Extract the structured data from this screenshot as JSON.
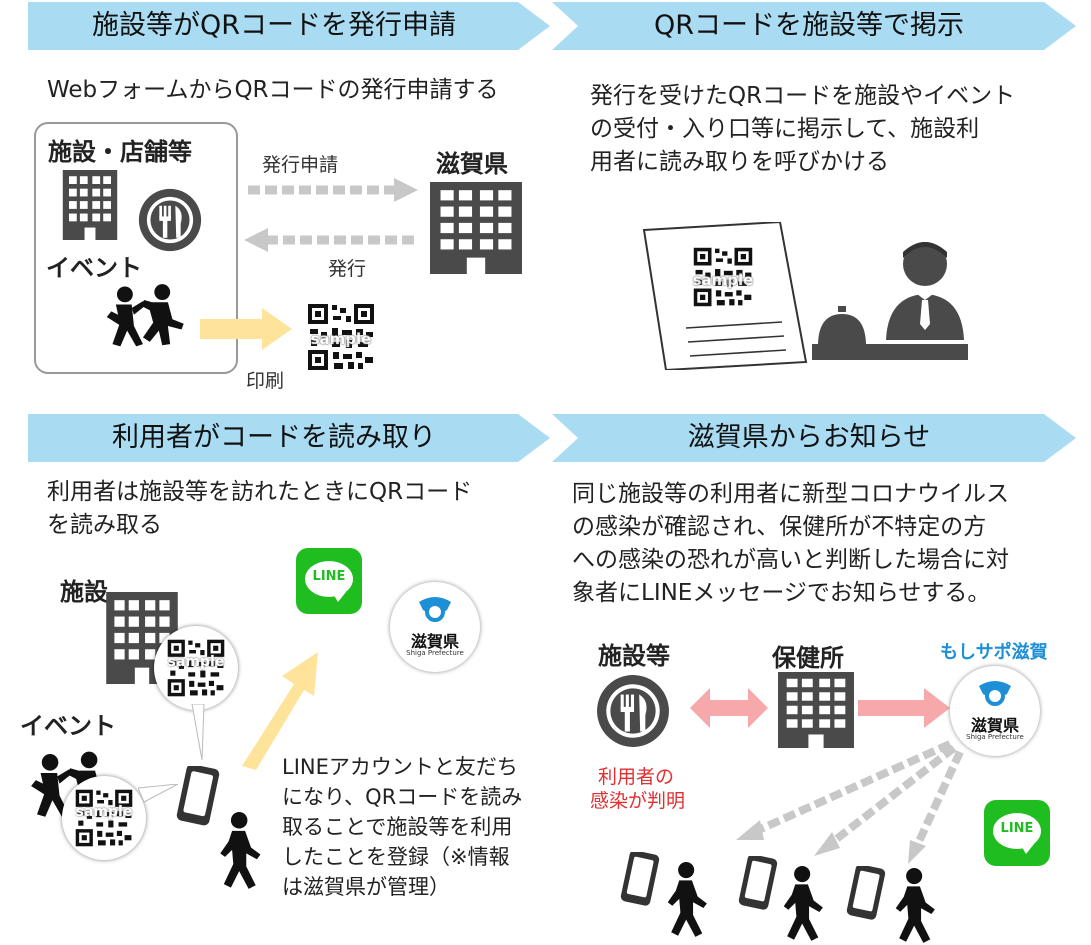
{
  "panels": {
    "p1": {
      "title": "施設等がQRコードを発行申請",
      "desc": "WebフォームからQRコードの発行申請する",
      "facility_label": "施設・店舗等",
      "event_label": "イベント",
      "prefecture_label": "滋賀県",
      "apply_label": "発行申請",
      "issue_label": "発行",
      "print_label": "印刷"
    },
    "p2": {
      "title": "QRコードを施設等で掲示",
      "desc_lines": [
        "発行を受けたQRコードを施設やイベント",
        "の受付・入り口等に掲示して、施設利",
        "用者に読み取りを呼びかける"
      ]
    },
    "p3": {
      "title": "利用者がコードを読み取り",
      "desc_lines": [
        "利用者は施設等を訪れたときにQRコード",
        "を読み取る"
      ],
      "facility_label": "施設",
      "event_label": "イベント",
      "note_lines": [
        "LINEアカウントと友だち",
        "になり、QRコードを読み",
        "取ることで施設等を利用",
        "したことを登録（※情報",
        "は滋賀県が管理）"
      ]
    },
    "p4": {
      "title": "滋賀県からお知らせ",
      "desc_lines": [
        "同じ施設等の利用者に新型コロナウイルス",
        "の感染が確認され、保健所が不特定の方",
        "への感染の恐れが高いと判断した場合に対",
        "象者にLINEメッセージでお知らせする。"
      ],
      "facility_label": "施設等",
      "health_center_label": "保健所",
      "service_label": "もしサポ滋賀",
      "infected_lines": [
        "利用者の",
        "感染が判明"
      ]
    }
  },
  "icons": {
    "sample_watermark": "sample",
    "line_logo": "LINE",
    "seal_name": "滋賀県",
    "seal_sub": "Shiga Prefecture"
  },
  "colors": {
    "banner": "#a9dcf3",
    "arrow_gray": "#c8c8c8",
    "arrow_yellow": "#fde49a",
    "arrow_pink": "#f6a8aa",
    "line_green": "#1fbd1f",
    "service_blue": "#1d8fd6",
    "alert_red": "#e03131"
  }
}
